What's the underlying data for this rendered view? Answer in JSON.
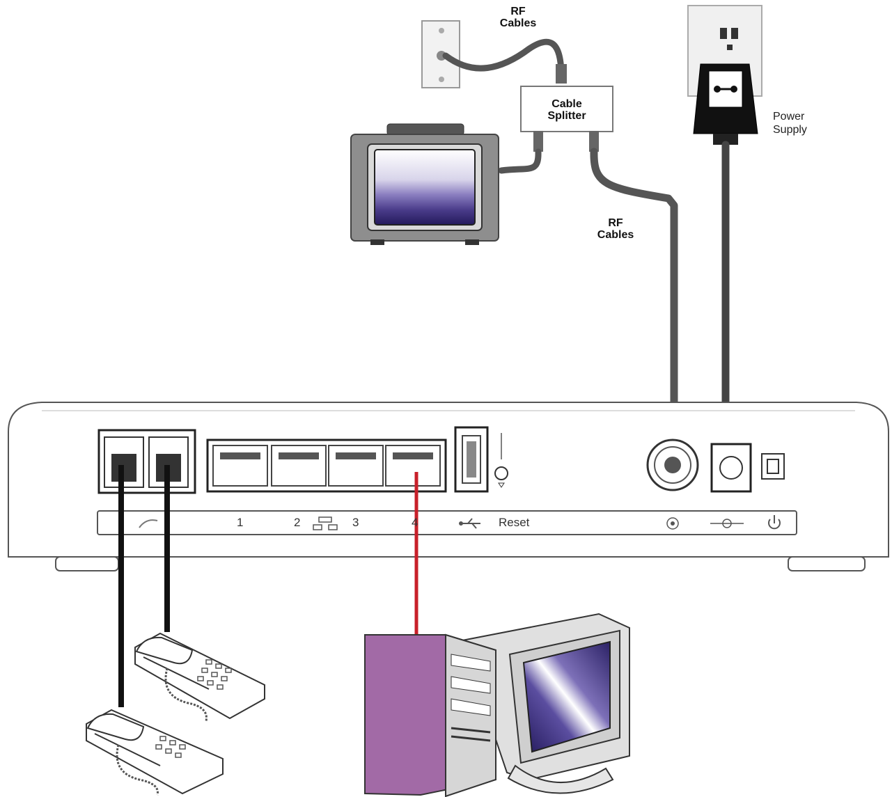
{
  "labels": {
    "rf_cables_top": [
      "RF",
      "Cables"
    ],
    "cable_splitter": [
      "Cable",
      "Splitter"
    ],
    "rf_cables_mid": [
      "RF",
      "Cables"
    ],
    "power_supply": [
      "Power",
      "Supply"
    ]
  },
  "panel": {
    "ports": [
      "1",
      "2",
      "3",
      "4"
    ],
    "reset": "Reset"
  },
  "icons": {
    "wall_coax": "wall-coax-outlet-icon",
    "wall_power": "wall-power-outlet-icon",
    "tv": "television-icon",
    "phone": "telephone-icon",
    "pc": "desktop-computer-icon",
    "usb": "usb-icon",
    "power": "power-icon"
  },
  "colors": {
    "ethernet_cable": "#c8202a",
    "rf_cable": "#555555",
    "phone_cable": "#111111",
    "pc_case": "#a26aa6",
    "screen_gradient_dark": "#241a5c",
    "screen_gradient_light": "#ffffff"
  }
}
